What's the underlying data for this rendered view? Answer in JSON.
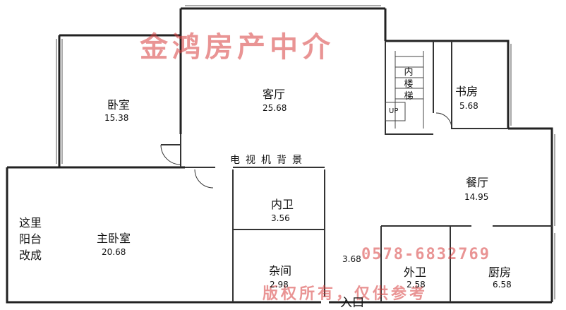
{
  "watermark": {
    "agency": "金鸿房产中介",
    "phone": "0578-6832769",
    "notice": "版权所有，仅供参考"
  },
  "rooms": {
    "bedroom": {
      "name": "卧室",
      "area": "15.38"
    },
    "living": {
      "name": "客厅",
      "area": "25.68"
    },
    "study": {
      "name": "书房",
      "area": "5.68"
    },
    "dining": {
      "name": "餐厅",
      "area": "14.95"
    },
    "inner_bath": {
      "name": "内卫",
      "area": "3.56"
    },
    "master": {
      "name": "主卧室",
      "area": "20.68"
    },
    "storage": {
      "name": "杂间",
      "area": "2.98"
    },
    "outer_bath": {
      "name": "外卫",
      "area": "2.58"
    },
    "kitchen": {
      "name": "厨房",
      "area": "6.58"
    },
    "corridor": {
      "area": "3.68"
    }
  },
  "labels": {
    "tv_wall": "电视机背景",
    "balcony_note_1": "这里",
    "balcony_note_2": "阳台",
    "balcony_note_3": "改成",
    "stair_1": "内",
    "stair_2": "楼",
    "stair_3": "梯",
    "up": "UP",
    "entrance": "入口"
  }
}
